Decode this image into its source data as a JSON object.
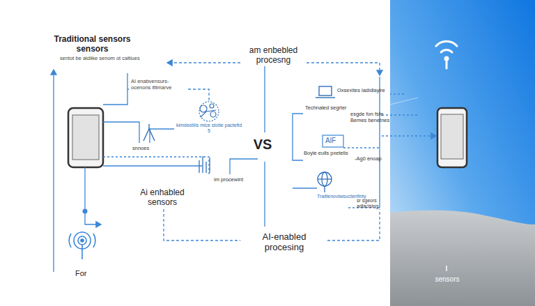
{
  "diagram": {
    "title": "Traditional sensors sensors",
    "labels": [
      "sentot be aldiike senom ot caltiues",
      "am enbebled procesng",
      "AI enabvensurs- ocenons ifilmarve",
      "kimdestiiis mice stotie pactefid 5",
      "snnoes",
      "im procewint",
      "Ai enhabled sensors",
      "For",
      "VS",
      "AI-enabled procesing",
      "Oxsexites ladidlayire",
      "Technaled segrter",
      "esgde fon fsfe Bemes benetnes",
      "AlF",
      "Boyle eulls pxetelis",
      "-Ag0 enoap",
      "Traitlenoviwsuctenfinty",
      "sr sgeors adlacising",
      "sensors"
    ]
  }
}
